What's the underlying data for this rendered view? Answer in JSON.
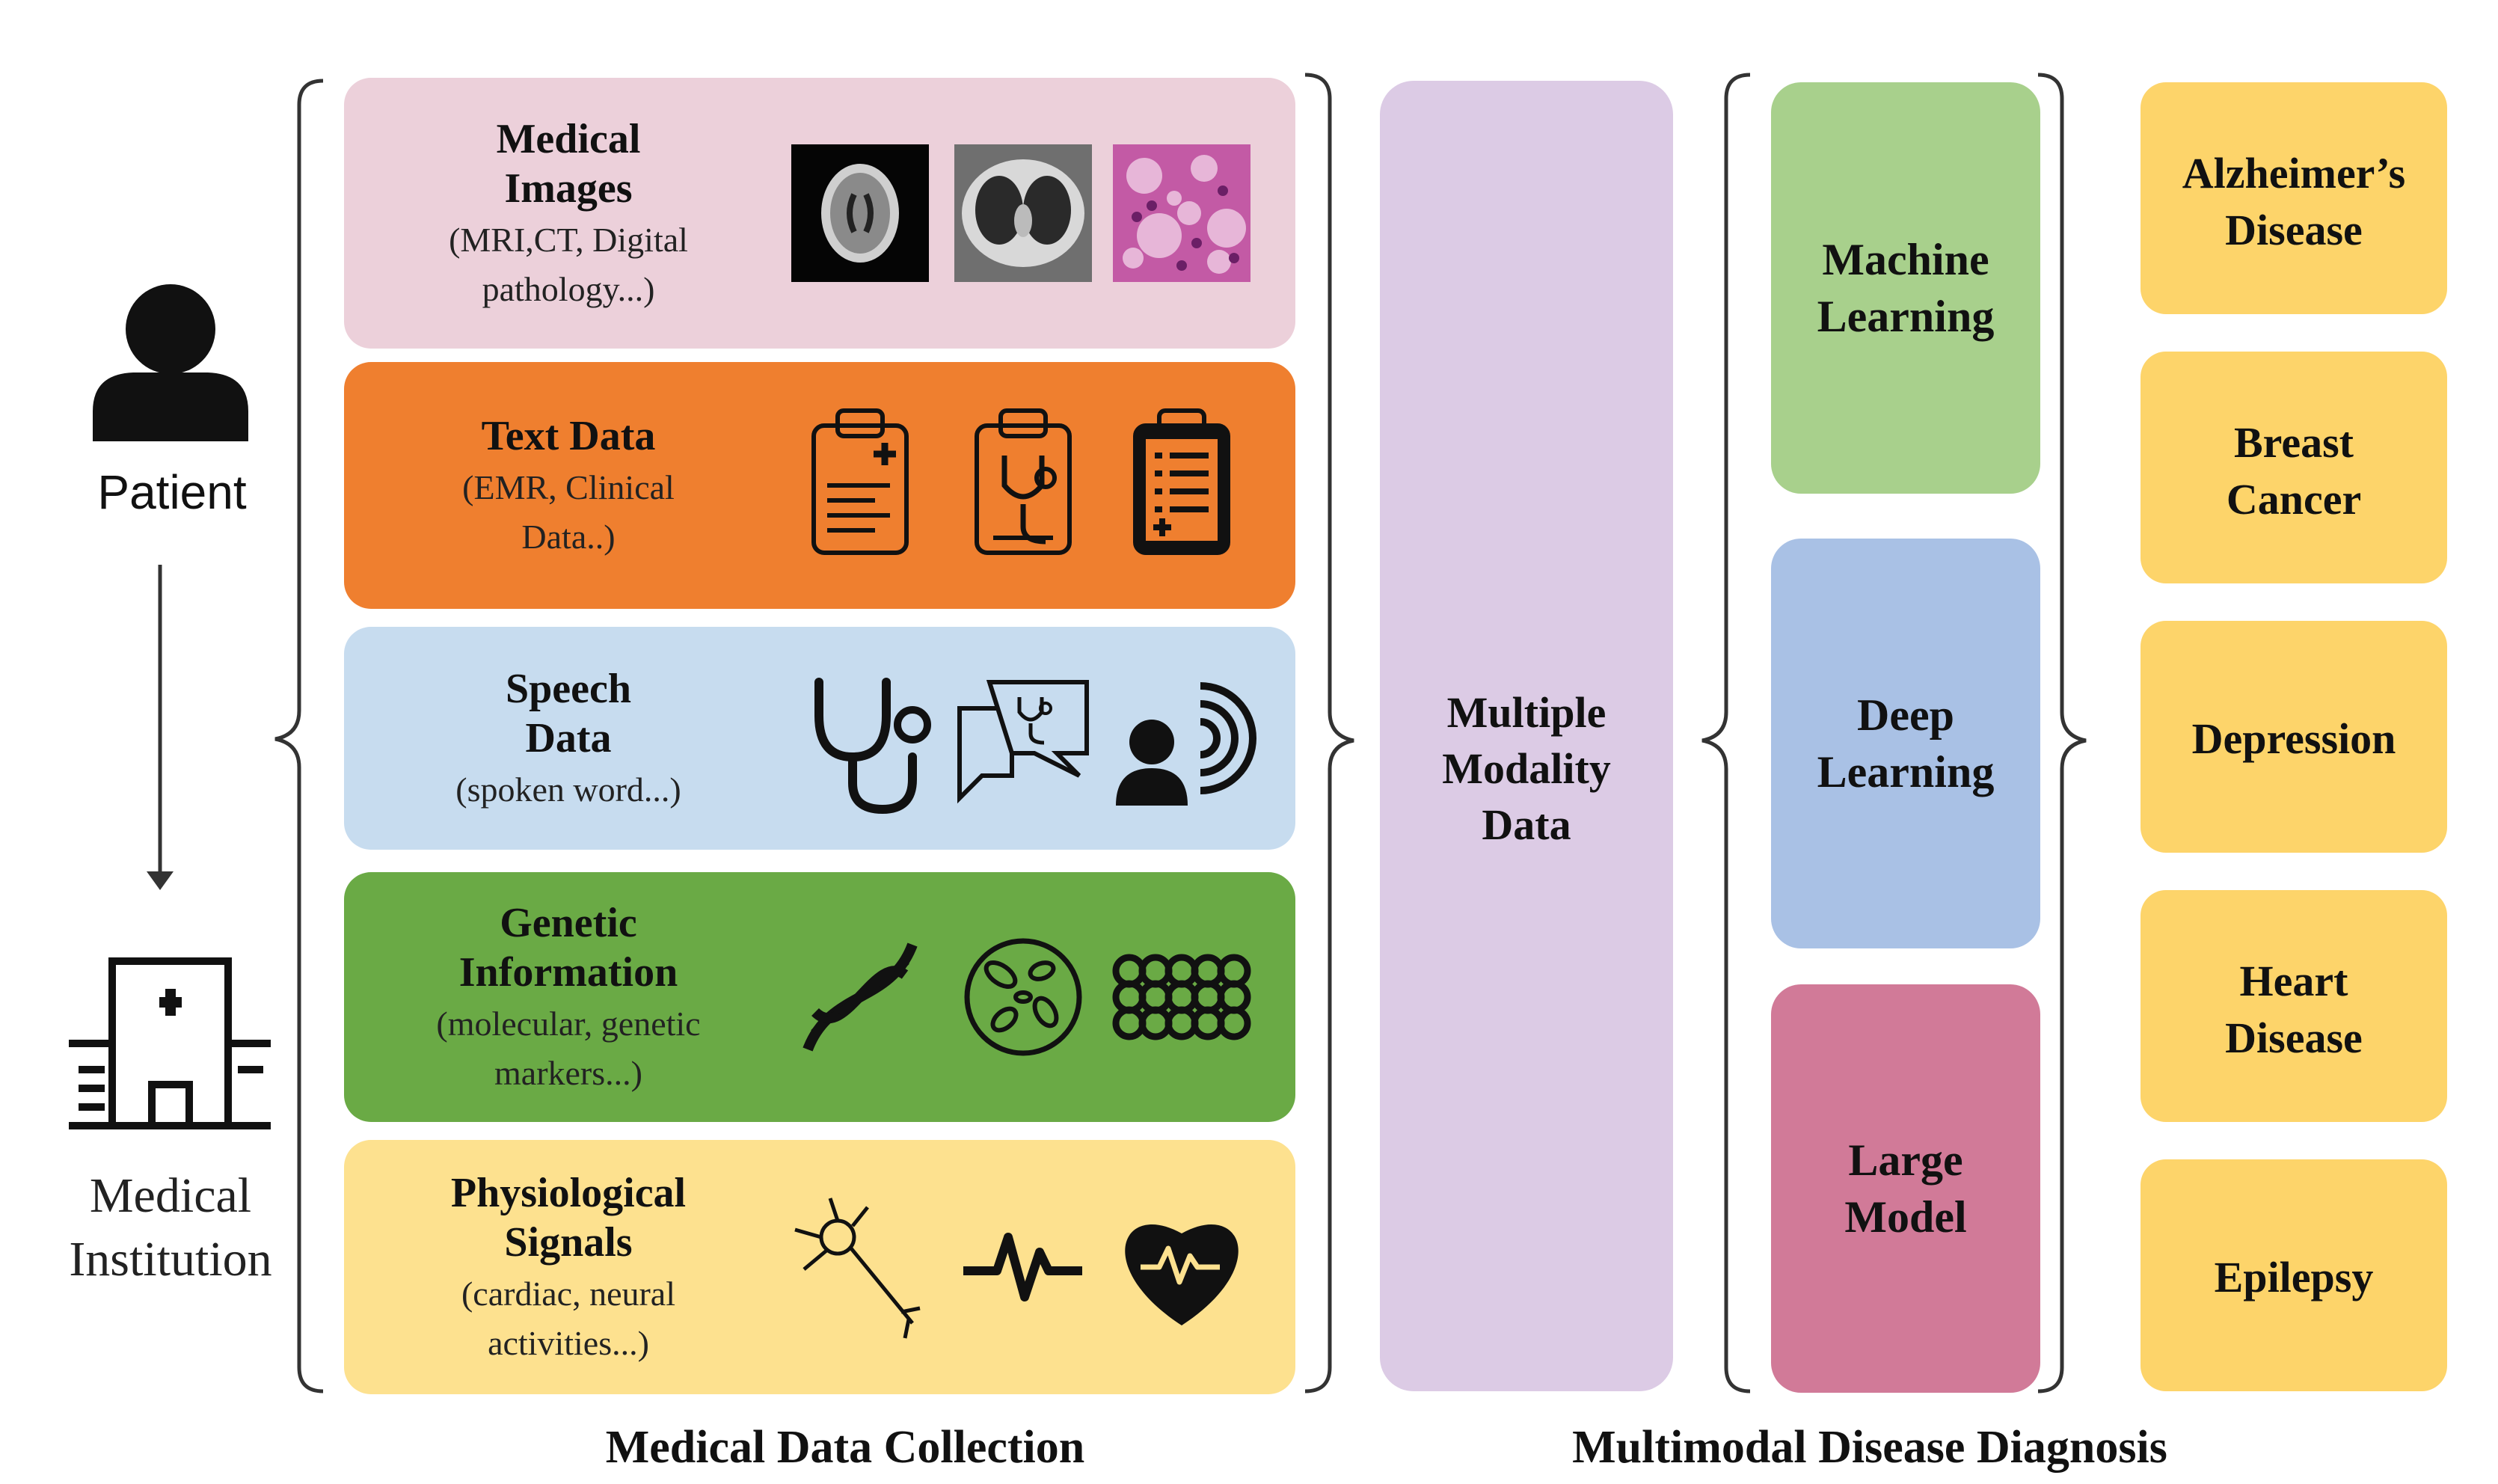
{
  "left_column": {
    "patient_label": "Patient",
    "institution_label_1": "Medical",
    "institution_label_2": "Institution"
  },
  "data_types": [
    {
      "title_1": "Medical",
      "title_2": "Images",
      "desc_1": "(MRI,CT, Digital",
      "desc_2": "pathology...)",
      "color": "#ecd0da",
      "icons": [
        "brain-mri-icon",
        "chest-ct-icon",
        "pathology-slide-icon"
      ]
    },
    {
      "title_1": "Text Data",
      "title_2": "",
      "desc_1": "(EMR, Clinical",
      "desc_2": "Data..)",
      "color": "#ef7f2f",
      "icons": [
        "clipboard-medical-icon",
        "clipboard-stethoscope-icon",
        "clipboard-document-icon"
      ]
    },
    {
      "title_1": "Speech",
      "title_2": "Data",
      "desc_1": "(spoken word...)",
      "desc_2": "",
      "color": "#c7dcef",
      "icons": [
        "stethoscope-icon",
        "chat-stethoscope-icon",
        "person-speaking-icon"
      ]
    },
    {
      "title_1": "Genetic",
      "title_2": "Information",
      "desc_1": "(molecular, genetic",
      "desc_2": "markers...)",
      "color": "#6aaa45",
      "icons": [
        "dna-helix-icon",
        "cell-icon",
        "molecular-network-icon"
      ]
    },
    {
      "title_1": "Physiological",
      "title_2": "Signals",
      "desc_1": "(cardiac, neural",
      "desc_2": "activities...)",
      "color": "#fde18f",
      "icons": [
        "neuron-icon",
        "pulse-line-icon",
        "heart-pulse-icon"
      ]
    }
  ],
  "center": {
    "line_1": "Multiple",
    "line_2": "Modality",
    "line_3": "Data",
    "color": "#dccbe5"
  },
  "methods": [
    {
      "line_1": "Machine",
      "line_2": "Learning",
      "color": "#a8d08c"
    },
    {
      "line_1": "Deep",
      "line_2": "Learning",
      "color": "#a9c1e5"
    },
    {
      "line_1": "Large",
      "line_2": "Model",
      "color": "#d17a98"
    }
  ],
  "diseases": [
    {
      "line_1": "Alzheimer’s",
      "line_2": "Disease"
    },
    {
      "line_1": "Breast",
      "line_2": "Cancer"
    },
    {
      "line_1": "Depression",
      "line_2": ""
    },
    {
      "line_1": "Heart",
      "line_2": "Disease"
    },
    {
      "line_1": "Epilepsy",
      "line_2": ""
    }
  ],
  "disease_color": "#fdd46a",
  "captions": {
    "left": "Medical Data Collection",
    "right": "Multimodal Disease Diagnosis"
  }
}
